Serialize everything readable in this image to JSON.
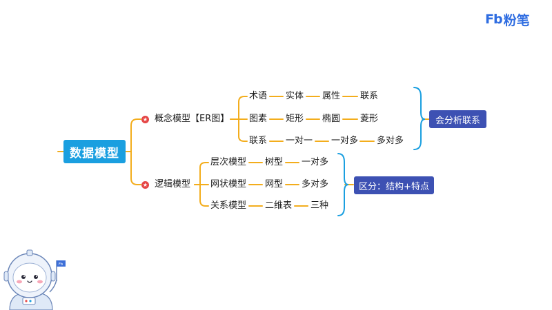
{
  "brand": {
    "mark": "Fb",
    "name": "粉笔"
  },
  "root": {
    "label": "数据模型"
  },
  "branches": [
    {
      "label": "概念模型【ER图】",
      "rows": [
        [
          "术语",
          "实体",
          "属性",
          "联系"
        ],
        [
          "图素",
          "矩形",
          "椭圆",
          "菱形"
        ],
        [
          "联系",
          "一对一",
          "一对多",
          "多对多"
        ]
      ],
      "summary": "会分析联系"
    },
    {
      "label": "逻辑模型",
      "rows": [
        [
          "层次模型",
          "树型",
          "一对多"
        ],
        [
          "网状模型",
          "网型",
          "多对多"
        ],
        [
          "关系模型",
          "二维表",
          "三种"
        ]
      ],
      "summary": "区分：结构+特点"
    }
  ],
  "colors": {
    "root": "#1a9fe0",
    "connector": "#f3ad1c",
    "brace": "#1a9fe0",
    "summary": "#3d51b3",
    "badge": "#e54646"
  },
  "icons": {
    "badge": "star-badge-icon",
    "mascot": "astronaut-mascot-icon",
    "flag": "fb-flag-icon"
  }
}
